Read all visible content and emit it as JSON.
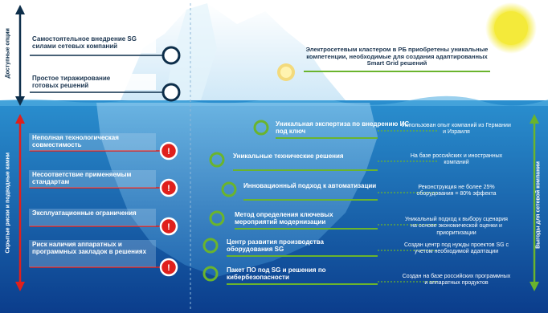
{
  "side_labels": {
    "available_options": "Доступные опции",
    "hidden_risks": "Скрытые риски и подводные камни",
    "benefits": "Выгоды для сетевой компании"
  },
  "above_water": [
    {
      "text": "Самостоятельное внедрение SG силами сетевых компаний"
    },
    {
      "text": "Простое тиражирование готовых решений"
    }
  ],
  "center_message": "Электросетевым кластером в РБ приобретены уникальные компетенции, необходимые для создания адаптированных Smart Grid решений",
  "risks": [
    {
      "text": "Неполная технологическая совместимость"
    },
    {
      "text": "Несоответствие применяемым стандартам"
    },
    {
      "text": "Эксплуатационные ограничения"
    },
    {
      "text": "Риск наличия аппаратных и программных закладок в решениях"
    }
  ],
  "competencies": [
    {
      "title": "Уникальная экспертиза по внедрению ИС под ключ",
      "note": "Использован опыт компаний из Германии и Израиля"
    },
    {
      "title": "Уникальные технические решения",
      "note": "На базе российских и иностранных компаний"
    },
    {
      "title": "Инновационный подход к автоматизации",
      "note": "Реконструкция не более 25% оборудования = 80% эффекта"
    },
    {
      "title": "Метод определения ключевых мероприятий модернизации",
      "note": "Уникальный подход к выбору сценария на основе экономической оценки и приоритизации"
    },
    {
      "title": "Центр развития производства оборудования SG",
      "note": "Создан центр под нужды проектов SG с учетом необходимой адаптации"
    },
    {
      "title": "Пакет ПО под SG и решения по кибербезопасности",
      "note": "Создан на базе российских программных и аппаратных продуктов"
    }
  ],
  "warning_glyph": "!",
  "colors": {
    "sky": "#ffffff",
    "water_top": "#2a8fcf",
    "water_bottom": "#0b3d8c",
    "risk_red": "#e0201c",
    "benefit_green": "#6ab42d",
    "dark_navy": "#0d2e4a",
    "sun": "#f4ea3a"
  }
}
